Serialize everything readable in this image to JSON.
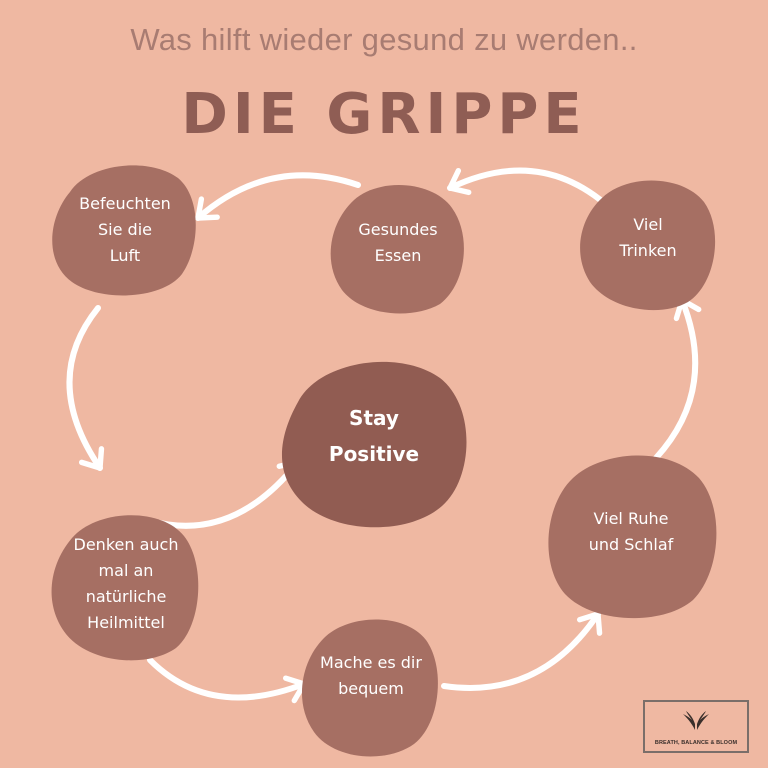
{
  "header": {
    "subtitle": "Was hilft wieder gesund zu werden..",
    "title": "DIE GRIPPE"
  },
  "steps": [
    {
      "id": "befeuchten",
      "label": "Befeuchten\nSie die\nLuft"
    },
    {
      "id": "gesundes-essen",
      "label": "Gesundes\nEssen"
    },
    {
      "id": "viel-trinken",
      "label": "Viel\nTrinken"
    },
    {
      "id": "viel-ruhe",
      "label": "Viel Ruhe\nund Schlaf"
    },
    {
      "id": "mache-bequem",
      "label": "Mache es dir\nbequem"
    },
    {
      "id": "denken",
      "label": "Denken auch\nmal an\nnatürliche\nHeilmittel"
    }
  ],
  "center": {
    "label": "Stay\nPositive"
  },
  "logo": {
    "text": "BREATH, BALANCE & BLOOM",
    "icon": "wings-icon"
  },
  "colors": {
    "background": "#efb8a2",
    "blob": "#a66f63",
    "center_blob": "#915c52",
    "title": "#8f5d54",
    "subtitle": "#a87c72",
    "arrow": "#ffffff"
  }
}
